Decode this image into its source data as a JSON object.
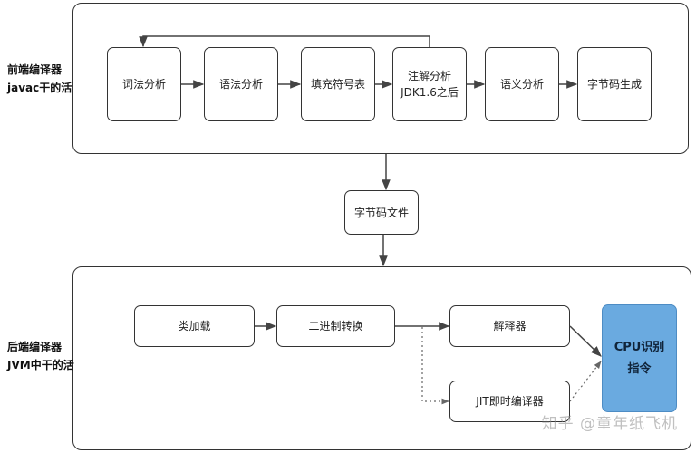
{
  "frontend": {
    "title_line1": "前端编译器",
    "title_line2": "javac干的活",
    "steps": {
      "lexical": "词法分析",
      "syntax": "语法分析",
      "symbol": "填充符号表",
      "annotation_line1": "注解分析",
      "annotation_line2": "JDK1.6之后",
      "semantic": "语义分析",
      "bytecode_gen": "字节码生成"
    }
  },
  "bytecode_file": "字节码文件",
  "backend": {
    "title_line1": "后端编译器",
    "title_line2": "JVM中干的活",
    "steps": {
      "class_loading": "类加载",
      "binary_convert": "二进制转换",
      "interpreter": "解释器",
      "jit": "JIT即时编译器",
      "cpu_line1": "CPU识别",
      "cpu_line2": "指令"
    }
  },
  "colors": {
    "cpu_fill": "#6aaae0",
    "line": "#444444"
  },
  "watermark": "知乎 @童年纸飞机"
}
